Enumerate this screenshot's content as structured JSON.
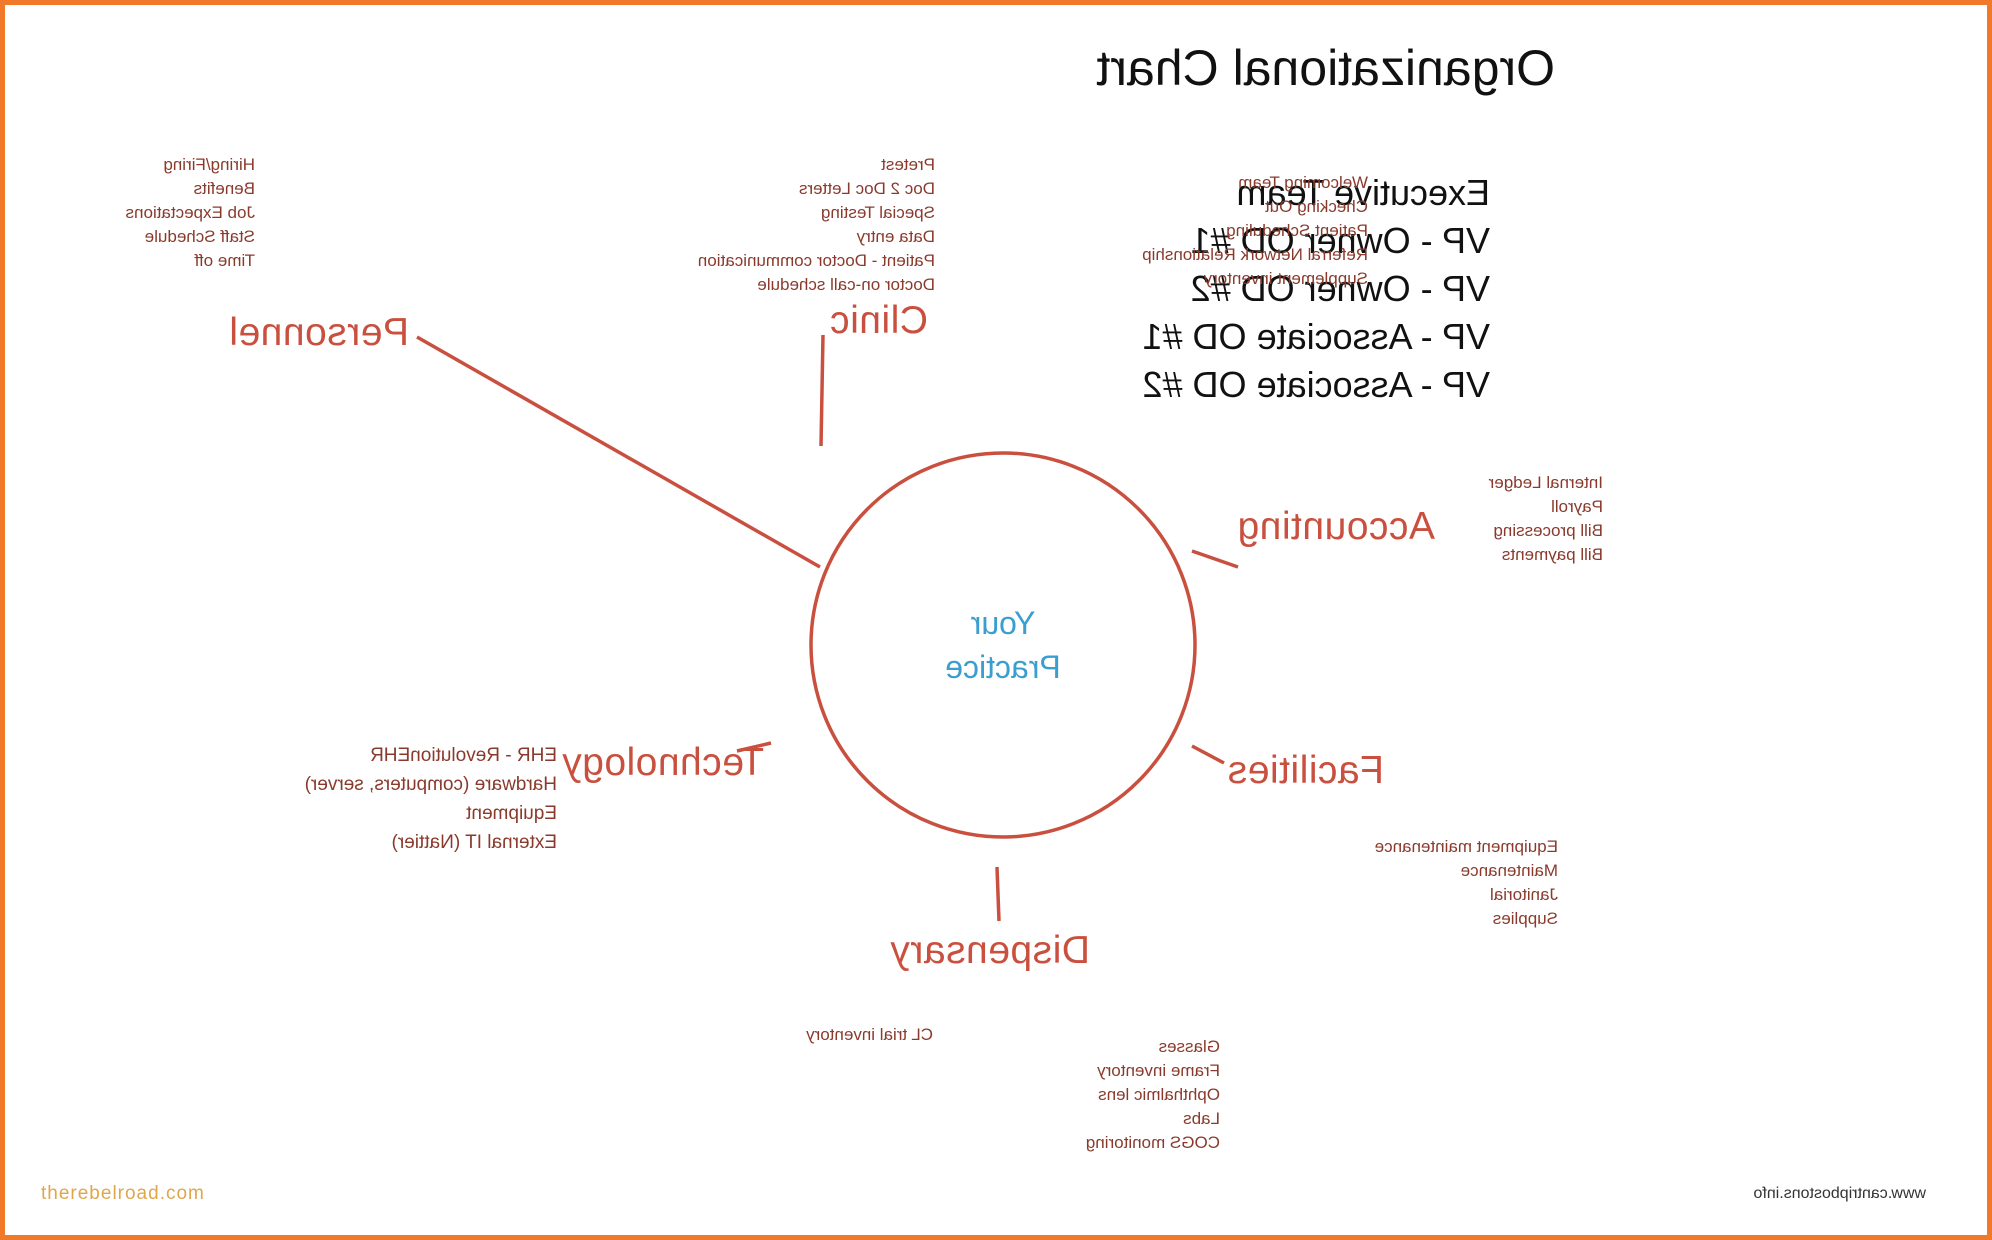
{
  "title": "Organizational Chart",
  "center_label_line1": "Your",
  "center_label_line2": "Practice",
  "executive_team": [
    "Executive Team",
    "VP - Owner OD #1",
    "VP - Owner OD #2",
    "VP - Associate OD #1",
    "VP - Associate OD #2"
  ],
  "branches": {
    "personnel": {
      "label": "Personnel",
      "items": [
        "Hiring/Firing",
        "Benefits",
        "Job Expectations",
        "Staff Schedule",
        "Time off"
      ]
    },
    "clinic": {
      "label": "Clinic",
      "items_left": [
        "Pretest",
        "Doc 2 Doc Letters",
        "Special Testing",
        "Data entry",
        "Patient - Doctor communication",
        "Doctor on-call schedule"
      ],
      "items_right": [
        "Welcoming Team",
        "Checking Out",
        "Patient Scheduling",
        "Referral Network Relationship",
        "Supplement inventory"
      ]
    },
    "accounting": {
      "label": "Accounting",
      "items": [
        "Internal Ledger",
        "Payroll",
        "Bill processing",
        "Bill payments"
      ]
    },
    "facilities": {
      "label": "Facilities",
      "items": [
        "Equipment maintenance",
        "Maintenance",
        "Janitorial",
        "Supplies"
      ]
    },
    "dispensary": {
      "label": "Dispensary",
      "items_left": [
        "CL trial inventory"
      ],
      "items_right": [
        "Glasses",
        "Frame inventory",
        "Ophthalmic lens",
        "Labs",
        "COGS monitoring"
      ]
    },
    "technology": {
      "label": "Technology",
      "items": [
        "EHR - RevolutionEHR",
        "Hardware (computers, server)",
        "Equipment",
        "External IT (Nattier)"
      ]
    }
  },
  "footer_url": "www.cantripbostons.info",
  "watermark": "therebelroad.com",
  "colors": {
    "frame": "#f07a2a",
    "lines": "#c9503f",
    "center_text": "#3b9ed0",
    "branch_text": "#c9503f"
  }
}
